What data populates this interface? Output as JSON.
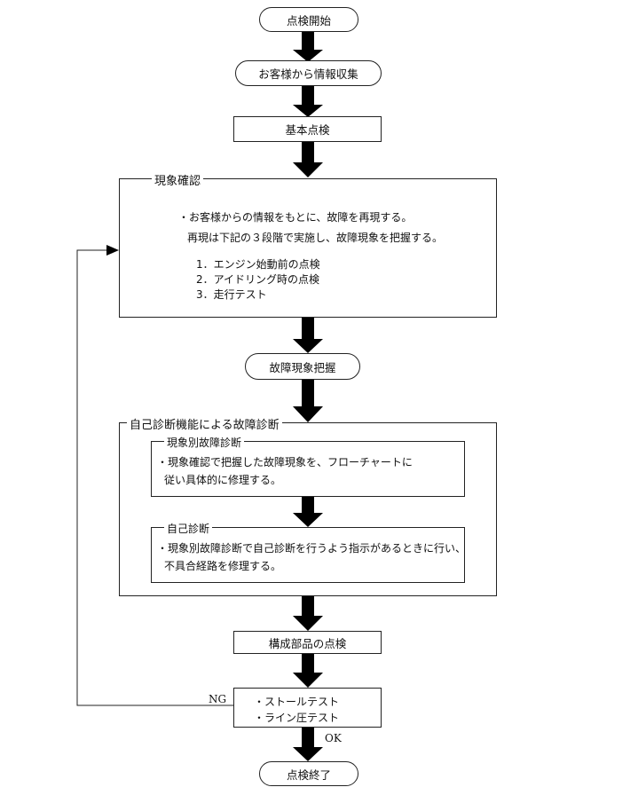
{
  "nodes": {
    "start": "点検開始",
    "collect": "お客様から情報収集",
    "basic": "基本点検",
    "grasp": "故障現象把握",
    "parts": "構成部品の点検",
    "end": "点検終了"
  },
  "phenomenon": {
    "title": "現象確認",
    "line1": "・お客様からの情報をもとに、故障を再現する。",
    "line2": "再現は下記の３段階で実施し、故障現象を把握する。",
    "steps": [
      "1．エンジン始動前の点検",
      "2．アイドリング時の点検",
      "3．走行テスト"
    ]
  },
  "selfdiag": {
    "title": "自己診断機能による故障診断",
    "sub1": {
      "title": "現象別故障診断",
      "line1": "・現象確認で把握した故障現象を、フローチャートに",
      "line2": "従い具体的に修理する。"
    },
    "sub2": {
      "title": "自己診断",
      "line1": "・現象別故障診断で自己診断を行うよう指示があるときに行い、",
      "line2": "不具合経路を修理する。"
    }
  },
  "tests": [
    "・ストールテスト",
    "・ライン圧テスト"
  ],
  "labels": {
    "ng": "NG",
    "ok": "OK"
  }
}
